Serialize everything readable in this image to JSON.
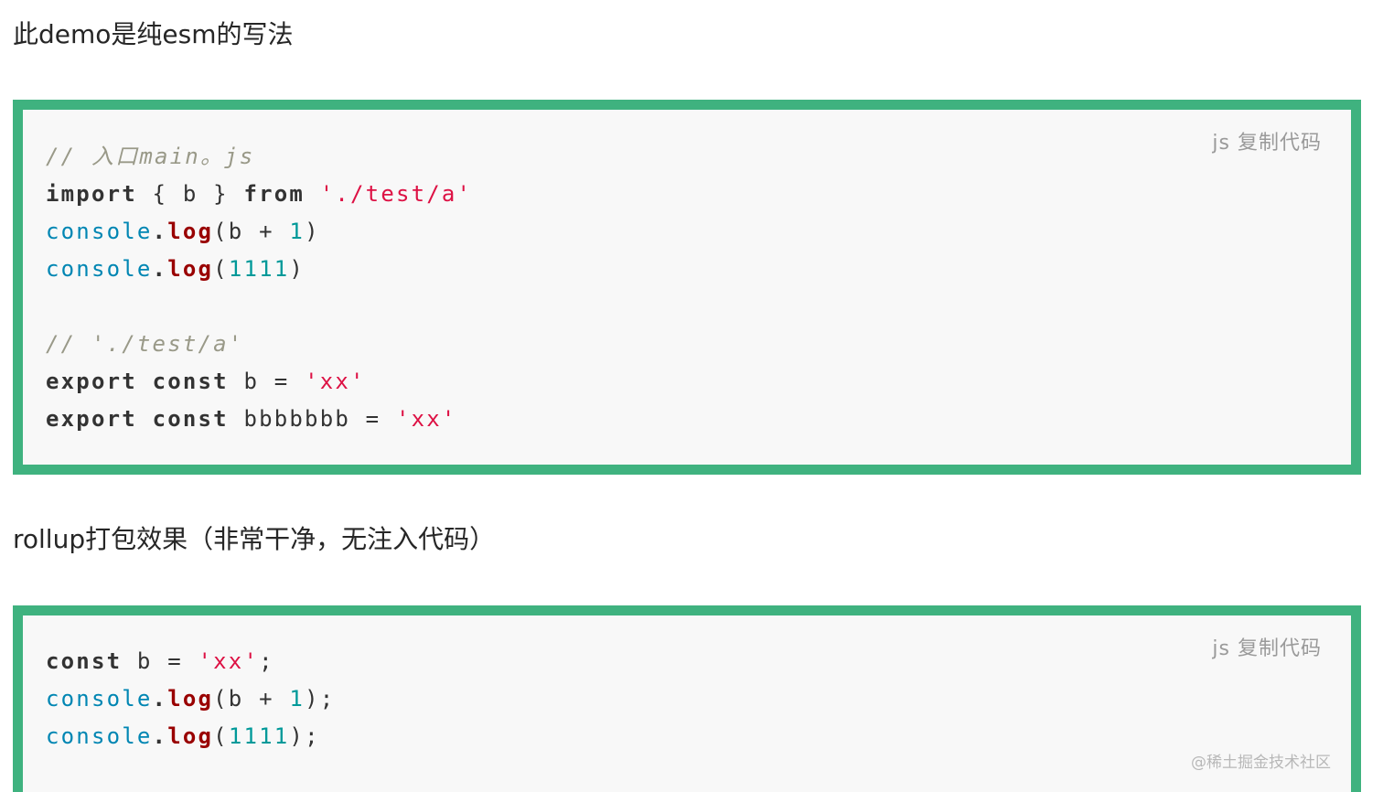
{
  "paragraphs": [
    "此demo是纯esm的写法",
    "rollup打包效果（非常干净，无注入代码）"
  ],
  "code_blocks": [
    {
      "lang": "js",
      "copy_label": "复制代码",
      "lines": [
        [
          {
            "t": "// 入口main。js",
            "c": "c"
          }
        ],
        [
          {
            "t": "import",
            "c": "k"
          },
          {
            "t": " { b } ",
            "c": ""
          },
          {
            "t": "from",
            "c": "k"
          },
          {
            "t": " ",
            "c": ""
          },
          {
            "t": "'./test/a'",
            "c": "s"
          }
        ],
        [
          {
            "t": "console",
            "c": "b"
          },
          {
            "t": ".",
            "c": "dot"
          },
          {
            "t": "log",
            "c": "f"
          },
          {
            "t": "(b + ",
            "c": ""
          },
          {
            "t": "1",
            "c": "n"
          },
          {
            "t": ")",
            "c": ""
          }
        ],
        [
          {
            "t": "console",
            "c": "b"
          },
          {
            "t": ".",
            "c": "dot"
          },
          {
            "t": "log",
            "c": "f"
          },
          {
            "t": "(",
            "c": ""
          },
          {
            "t": "1111",
            "c": "n"
          },
          {
            "t": ")",
            "c": ""
          }
        ],
        [],
        [
          {
            "t": "// './test/a'",
            "c": "c"
          }
        ],
        [
          {
            "t": "export",
            "c": "k"
          },
          {
            "t": " ",
            "c": ""
          },
          {
            "t": "const",
            "c": "k"
          },
          {
            "t": " b = ",
            "c": ""
          },
          {
            "t": "'xx'",
            "c": "s"
          }
        ],
        [
          {
            "t": "export",
            "c": "k"
          },
          {
            "t": " ",
            "c": ""
          },
          {
            "t": "const",
            "c": "k"
          },
          {
            "t": " bbbbbbb = ",
            "c": ""
          },
          {
            "t": "'xx'",
            "c": "s"
          }
        ]
      ]
    },
    {
      "lang": "js",
      "copy_label": "复制代码",
      "lines": [
        [
          {
            "t": "const",
            "c": "k"
          },
          {
            "t": " b = ",
            "c": ""
          },
          {
            "t": "'xx'",
            "c": "s"
          },
          {
            "t": ";",
            "c": ""
          }
        ],
        [
          {
            "t": "console",
            "c": "b"
          },
          {
            "t": ".",
            "c": "dot"
          },
          {
            "t": "log",
            "c": "f"
          },
          {
            "t": "(b + ",
            "c": ""
          },
          {
            "t": "1",
            "c": "n"
          },
          {
            "t": ");",
            "c": ""
          }
        ],
        [
          {
            "t": "console",
            "c": "b"
          },
          {
            "t": ".",
            "c": "dot"
          },
          {
            "t": "log",
            "c": "f"
          },
          {
            "t": "(",
            "c": ""
          },
          {
            "t": "1111",
            "c": "n"
          },
          {
            "t": ");",
            "c": ""
          }
        ]
      ]
    }
  ],
  "watermark": "@稀土掘金技术社区"
}
